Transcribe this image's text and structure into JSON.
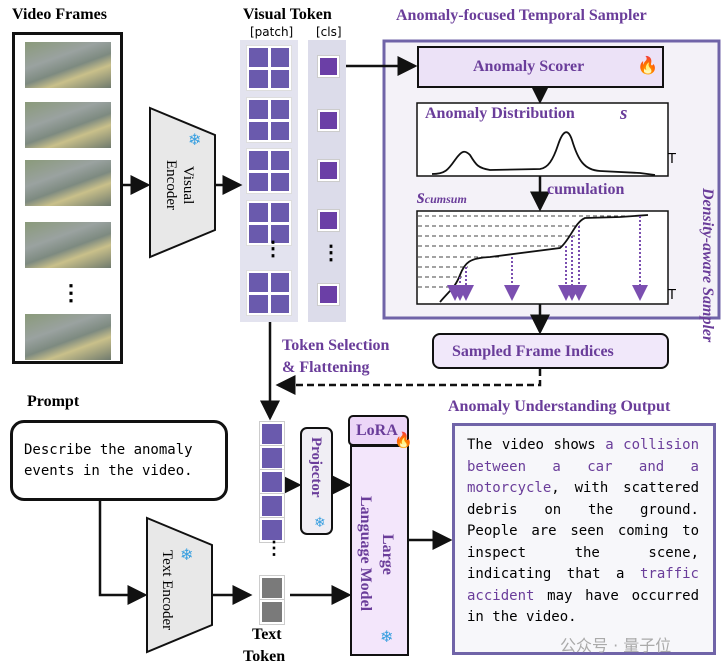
{
  "video_frames": {
    "title": "Video Frames",
    "ellipsis": "⋮"
  },
  "visual_encoder": {
    "label": "Visual Encoder",
    "icon": "snowflake-icon"
  },
  "visual_token": {
    "title": "Visual Token",
    "patch_label": "[patch]",
    "cls_label": "[cls]",
    "ellipsis": "⋮"
  },
  "sampler": {
    "title": "Anomaly-focused Temporal Sampler",
    "scorer_label": "Anomaly Scorer",
    "scorer_icon": "fire-icon",
    "distribution_label": "Anomaly Distribution",
    "distribution_symbol": "s",
    "axis_t": "T",
    "cumulation_label": "cumulation",
    "cumsum_symbol": "s",
    "cumsum_subscript": "cumsum",
    "density_label": "Density-aware Sampler"
  },
  "sampled_indices": {
    "label": "Sampled Frame Indices"
  },
  "token_selection": {
    "line1": "Token Selection",
    "line2": "& Flattening"
  },
  "prompt": {
    "title": "Prompt",
    "text": "Describe the anomaly events in the video."
  },
  "text_encoder": {
    "label": "Text Encoder",
    "icon": "snowflake-icon"
  },
  "text_token": {
    "label1": "Text",
    "label2": "Token",
    "ellipsis": "⋮"
  },
  "projector": {
    "label": "Projector",
    "icon": "snowflake-icon"
  },
  "llm": {
    "lora_label": "LoRA",
    "label1": "Large",
    "label2": "Language Model",
    "lora_icon": "fire-icon",
    "icon": "snowflake-icon"
  },
  "output": {
    "title": "Anomaly Understanding Output",
    "segments": [
      {
        "text": "The video shows ",
        "highlight": false
      },
      {
        "text": "a collision between a car and a motorcycle",
        "highlight": true
      },
      {
        "text": ", with scattered debris on the ground. People are seen coming to inspect the scene, indicating that a ",
        "highlight": false
      },
      {
        "text": "traffic accident",
        "highlight": true
      },
      {
        "text": " may have occurred in the video.",
        "highlight": false
      }
    ]
  },
  "watermark": "公众号 · 量子位",
  "colors": {
    "purple": "#6a3d9a",
    "token_purple": "#6a5aad",
    "box_fill": "#ece2f7",
    "gray_token": "#7a7a7a"
  }
}
